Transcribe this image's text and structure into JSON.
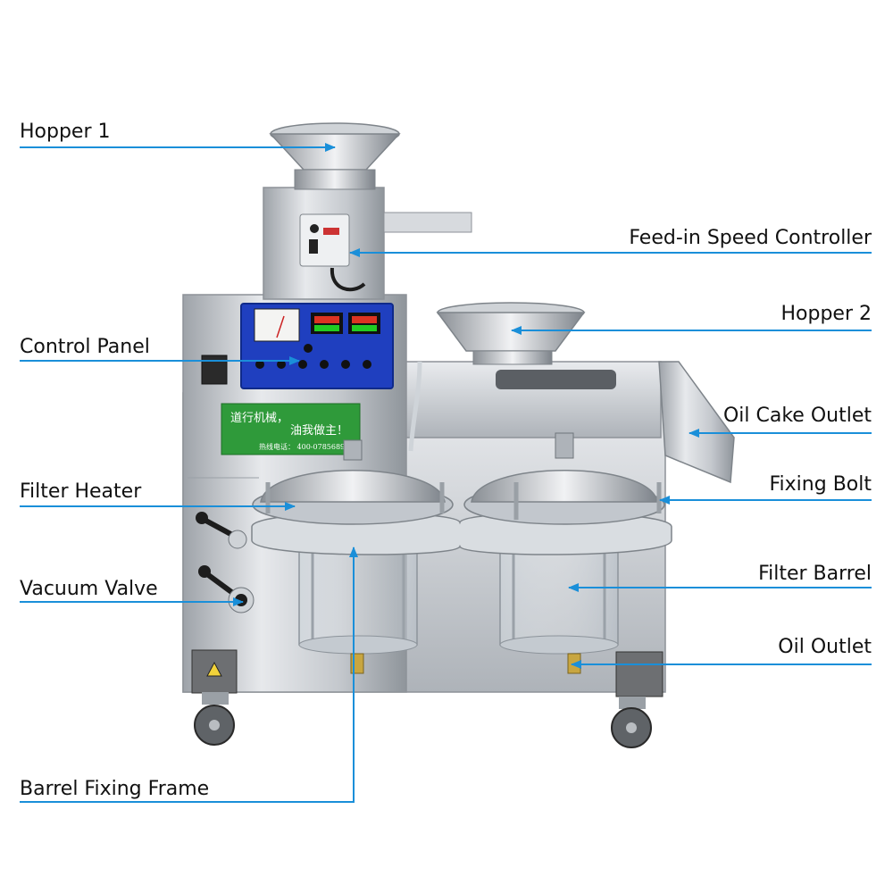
{
  "machine": {
    "banner_line1": "道行机械，",
    "banner_line2": "油我做主！",
    "banner_phone": "热线电话： 400-0785689",
    "colors": {
      "banner": "#2f9a3a",
      "panel": "#1f3fbf",
      "steel": "#c9cdd2",
      "leader": "#1a8fd9"
    }
  },
  "labels": {
    "hopper1": "Hopper 1",
    "control_panel": "Control Panel",
    "filter_heater": "Filter Heater",
    "vacuum_valve": "Vacuum Valve",
    "barrel_fixing_frame": "Barrel Fixing Frame",
    "feed_in_speed_controller": "Feed-in Speed Controller",
    "hopper2": "Hopper 2",
    "oil_cake_outlet": "Oil Cake Outlet",
    "fixing_bolt": "Fixing Bolt",
    "filter_barrel": "Filter Barrel",
    "oil_outlet": "Oil Outlet"
  }
}
